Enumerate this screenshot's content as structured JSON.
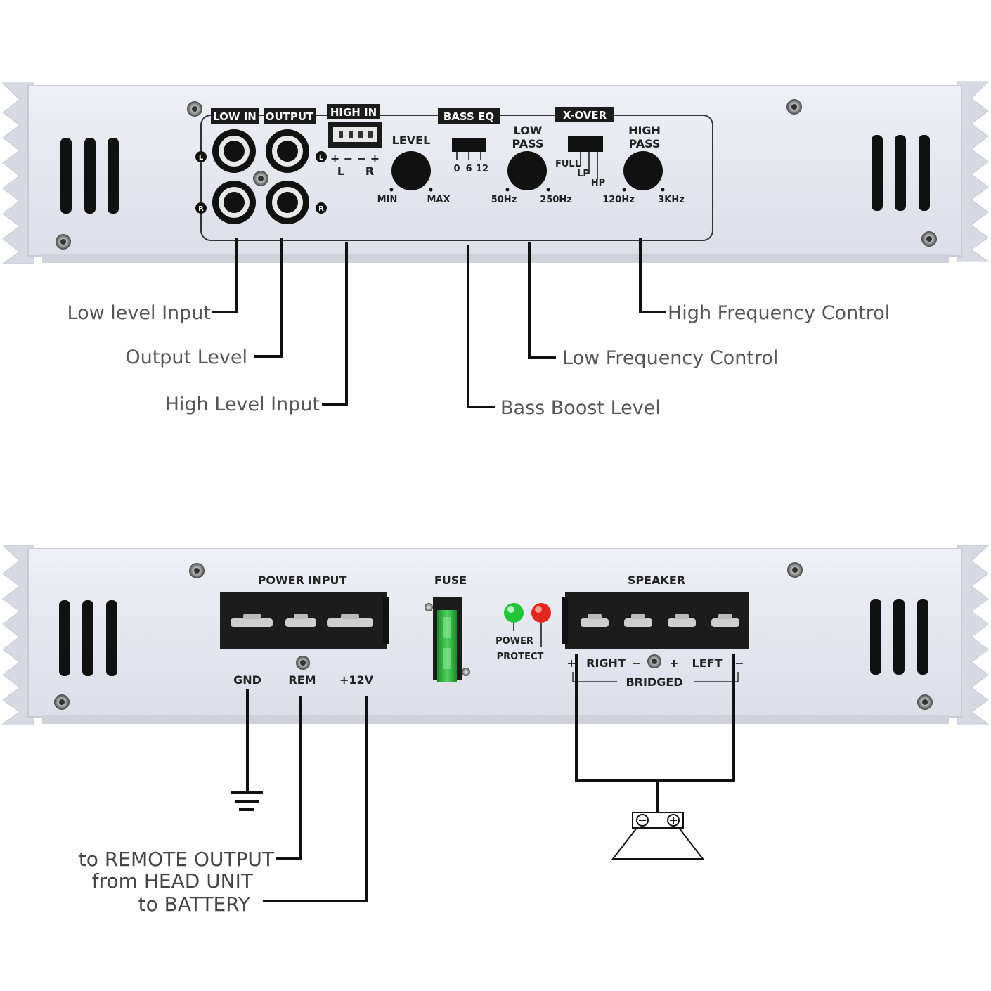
{
  "front": {
    "labels": {
      "low_in": "LOW IN",
      "output": "OUTPUT",
      "high_in": "HIGH IN",
      "bass_eq": "BASS EQ",
      "x_over": "X-OVER",
      "level": "LEVEL",
      "low_pass_1": "LOW",
      "low_pass_2": "PASS",
      "high_pass_1": "HIGH",
      "high_pass_2": "PASS",
      "min": "MIN",
      "max": "MAX",
      "hz50": "50Hz",
      "hz250": "250Hz",
      "hz120": "120Hz",
      "khz3": "3KHz",
      "full": "FULL",
      "lp": "LP",
      "hp": "HP",
      "eq0": "0",
      "eq6": "6",
      "eq12": "12",
      "l": "L",
      "r": "R",
      "hi_l": "L",
      "hi_r": "R",
      "hi_polarity": "+ − − +"
    },
    "callouts": {
      "low_level_input": "Low level Input",
      "output_level": "Output Level",
      "high_level_input": "High Level Input",
      "bass_boost_level": "Bass Boost Level",
      "low_frequency_control": "Low Frequency Control",
      "high_frequency_control": "High Frequency Control"
    }
  },
  "back": {
    "labels": {
      "power_input": "POWER INPUT",
      "fuse": "FUSE",
      "speaker": "SPEAKER",
      "gnd": "GND",
      "rem": "REM",
      "v12": "+12V",
      "power": "POWER",
      "protect": "PROTECT",
      "right": "RIGHT",
      "left": "LEFT",
      "bridged": "BRIDGED",
      "plus": "+",
      "minus": "−"
    },
    "callouts": {
      "remote_prefix": "to",
      "remote_main": "REMOTE OUTPUT",
      "head_prefix": "from",
      "head_main": "HEAD UNIT",
      "battery_prefix": "to",
      "battery_main": "BATTERY"
    }
  },
  "colors": {
    "panel": "#e4e6ee",
    "panel_edge": "#cfd2dc",
    "terminal": "#1c1c1c",
    "fuse_green": "#2aa83a",
    "led_green": "#22c43a",
    "led_red": "#e3261f",
    "leader": "#111111"
  },
  "icons": [
    "ground-symbol-icon",
    "speaker-icon",
    "rca-jack-icon",
    "knob-icon",
    "screw-icon"
  ]
}
